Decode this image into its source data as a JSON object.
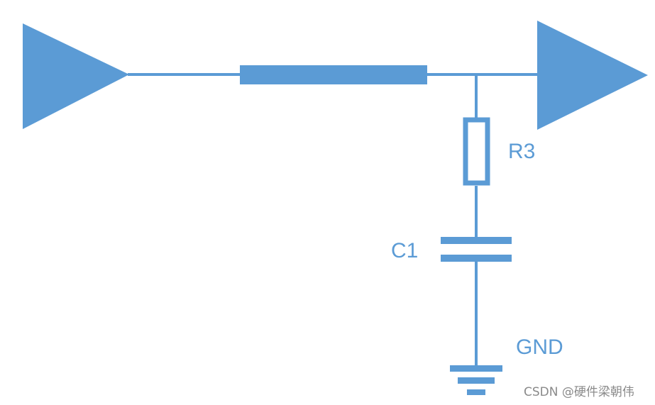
{
  "diagram": {
    "labels": {
      "resistor": "R3",
      "capacitor": "C1",
      "ground": "GND"
    },
    "watermark": "CSDN @硬件梁朝伟"
  },
  "colors": {
    "stroke": "#5b9bd5",
    "watermark": "#8a8a8a",
    "background": "#ffffff"
  }
}
